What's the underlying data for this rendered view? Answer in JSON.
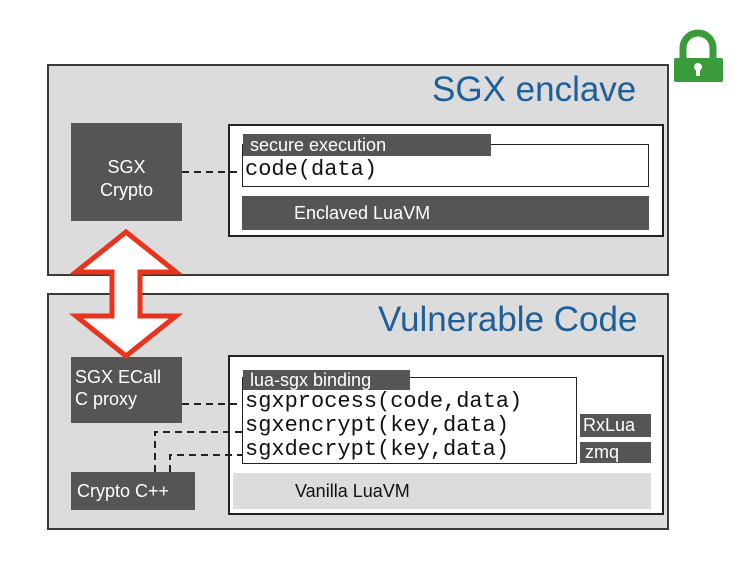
{
  "enclave_panel": {
    "title": "SGX enclave"
  },
  "sgx_crypto": {
    "line1": "SGX",
    "line2": "Crypto"
  },
  "secure_execution": {
    "tab_label": "secure execution",
    "code": "code(data)"
  },
  "enclaved_vm": {
    "label": "Enclaved LuaVM"
  },
  "vulnerable_panel": {
    "title": "Vulnerable Code"
  },
  "ecall_proxy": {
    "line1": "SGX ECall",
    "line2": "C proxy"
  },
  "crypto_cpp": {
    "label": "Crypto C++"
  },
  "binding": {
    "tab_label": "lua-sgx binding",
    "lines": [
      "sgxprocess(code,data)",
      "sgxencrypt(key,data)",
      "sgxdecrypt(key,data)"
    ]
  },
  "libs": {
    "rxlua": "RxLua",
    "zmq": "zmq"
  },
  "vanilla_vm": {
    "label": "Vanilla LuaVM"
  },
  "colors": {
    "title_blue": "#1f5f99",
    "panel_gray": "#dcdcdc",
    "box_dark": "#555555",
    "arrow_red": "#e8341c",
    "lock_green": "#3a9b3a"
  },
  "icons": {
    "lock": "lock-icon",
    "arrow": "double-arrow-icon"
  }
}
